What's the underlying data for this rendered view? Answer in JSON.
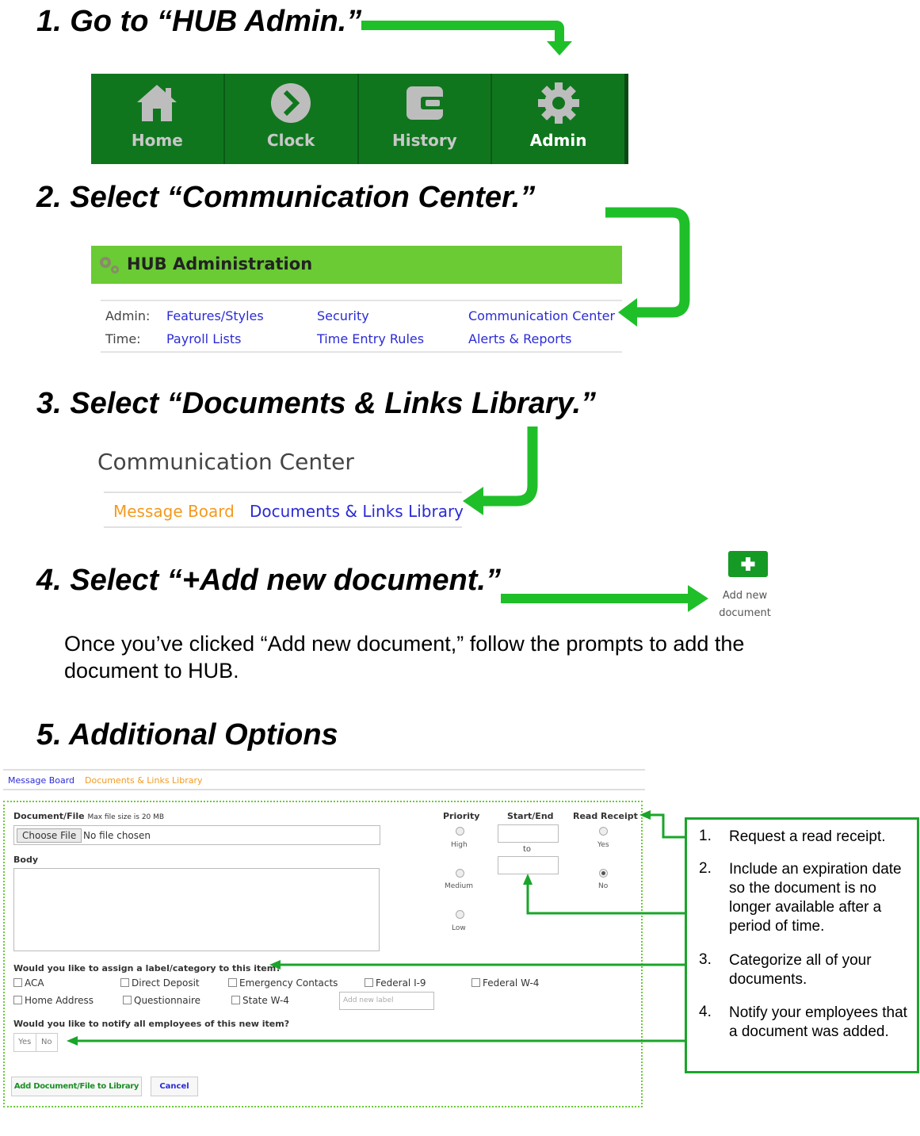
{
  "steps": {
    "s1": "1. Go to “HUB Admin.”",
    "s2": "2. Select “Communication Center.”",
    "s3": "3. Select “Documents & Links Library.”",
    "s4": "4. Select “+Add new document.”",
    "s5": "5. Additional Options"
  },
  "nav": {
    "home": "Home",
    "clock": "Clock",
    "history": "History",
    "admin": "Admin"
  },
  "hub_admin": {
    "title": "HUB Administration",
    "admin_label": "Admin:",
    "time_label": "Time:",
    "features": "Features/Styles",
    "security": "Security",
    "communication_center": "Communication Center",
    "payroll": "Payroll Lists",
    "time_entry": "Time Entry Rules",
    "alerts": "Alerts & Reports"
  },
  "comm_center": {
    "title": "Communication Center",
    "message_board": "Message Board",
    "doc_library": "Documents & Links Library"
  },
  "add_doc": {
    "label_line1": "Add new",
    "label_line2": "document",
    "instruction": "Once you’ve clicked “Add new document,” follow the prompts to add the document to HUB."
  },
  "form": {
    "tab_message_board": "Message Board",
    "tab_doc_library": "Documents & Links Library",
    "doc_file_label": "Document/File",
    "max_size": "Max file size is 20 MB",
    "choose_file": "Choose File",
    "no_file": "No file chosen",
    "body_label": "Body",
    "priority_label": "Priority",
    "priority_high": "High",
    "priority_medium": "Medium",
    "priority_low": "Low",
    "start_end_label": "Start/End",
    "to": "to",
    "read_receipt_label": "Read Receipt",
    "rr_yes": "Yes",
    "rr_no": "No",
    "category_question": "Would you like to assign a label/category to this item?",
    "categories": [
      "ACA",
      "Direct Deposit",
      "Emergency Contacts",
      "Federal I-9",
      "Federal W-4",
      "Home Address",
      "Questionnaire",
      "State W-4"
    ],
    "add_label_placeholder": "Add new label",
    "notify_question": "Would you like to notify all employees of this new item?",
    "notify_yes": "Yes",
    "notify_no": "No",
    "add_button": "Add Document/File to Library",
    "cancel_button": "Cancel"
  },
  "callout": {
    "items": [
      {
        "num": "1.",
        "text": "Request a read receipt."
      },
      {
        "num": "2.",
        "text": "Include an expiration date so the document is no longer available after a period of time."
      },
      {
        "num": "3.",
        "text": "Categorize all of your documents."
      },
      {
        "num": "4.",
        "text": "Notify your employees that a document was added."
      }
    ]
  },
  "colors": {
    "arrow_green": "#1fbf2a",
    "nav_green": "#10761e",
    "bar_green": "#6acb34",
    "link_blue": "#2b2bd6",
    "link_orange": "#f39a1e"
  }
}
